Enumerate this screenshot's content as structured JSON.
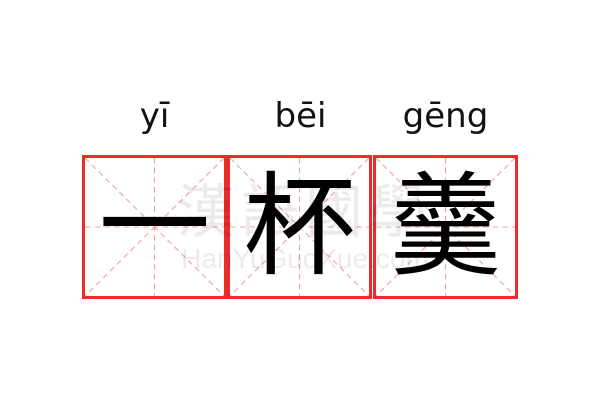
{
  "pinyin": [
    "yī",
    "bēi",
    "gēng"
  ],
  "characters": [
    "一",
    "杯",
    "羹"
  ],
  "watermark": {
    "chinese": "漢語國學",
    "latin": "HanYuGuoXue.com"
  },
  "colors": {
    "grid_border": "#ee2a2a",
    "guide_lines": "#f4a0a0"
  }
}
